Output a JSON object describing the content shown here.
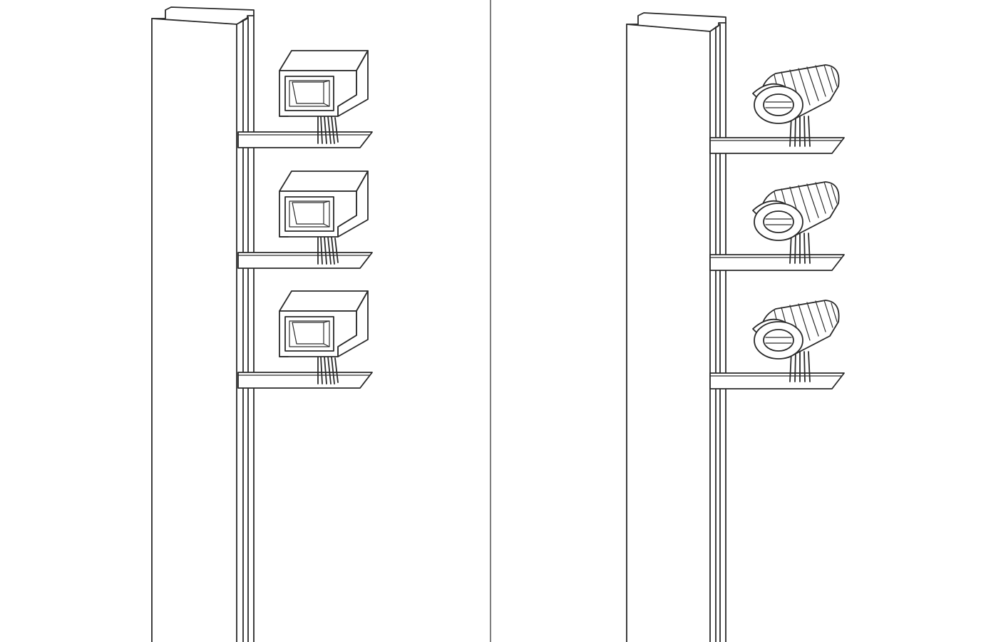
{
  "figure": {
    "panels": [
      {
        "name": "box-camera-pole",
        "camera_type": "box-camera",
        "camera_count": 3,
        "icon": "box-camera-icon"
      },
      {
        "name": "bullet-camera-pole",
        "camera_type": "bullet-camera",
        "camera_count": 3,
        "icon": "bullet-camera-icon"
      }
    ],
    "colors": {
      "background": "#ffffff",
      "line": "#2a2a2a",
      "divider": "#555555"
    }
  }
}
